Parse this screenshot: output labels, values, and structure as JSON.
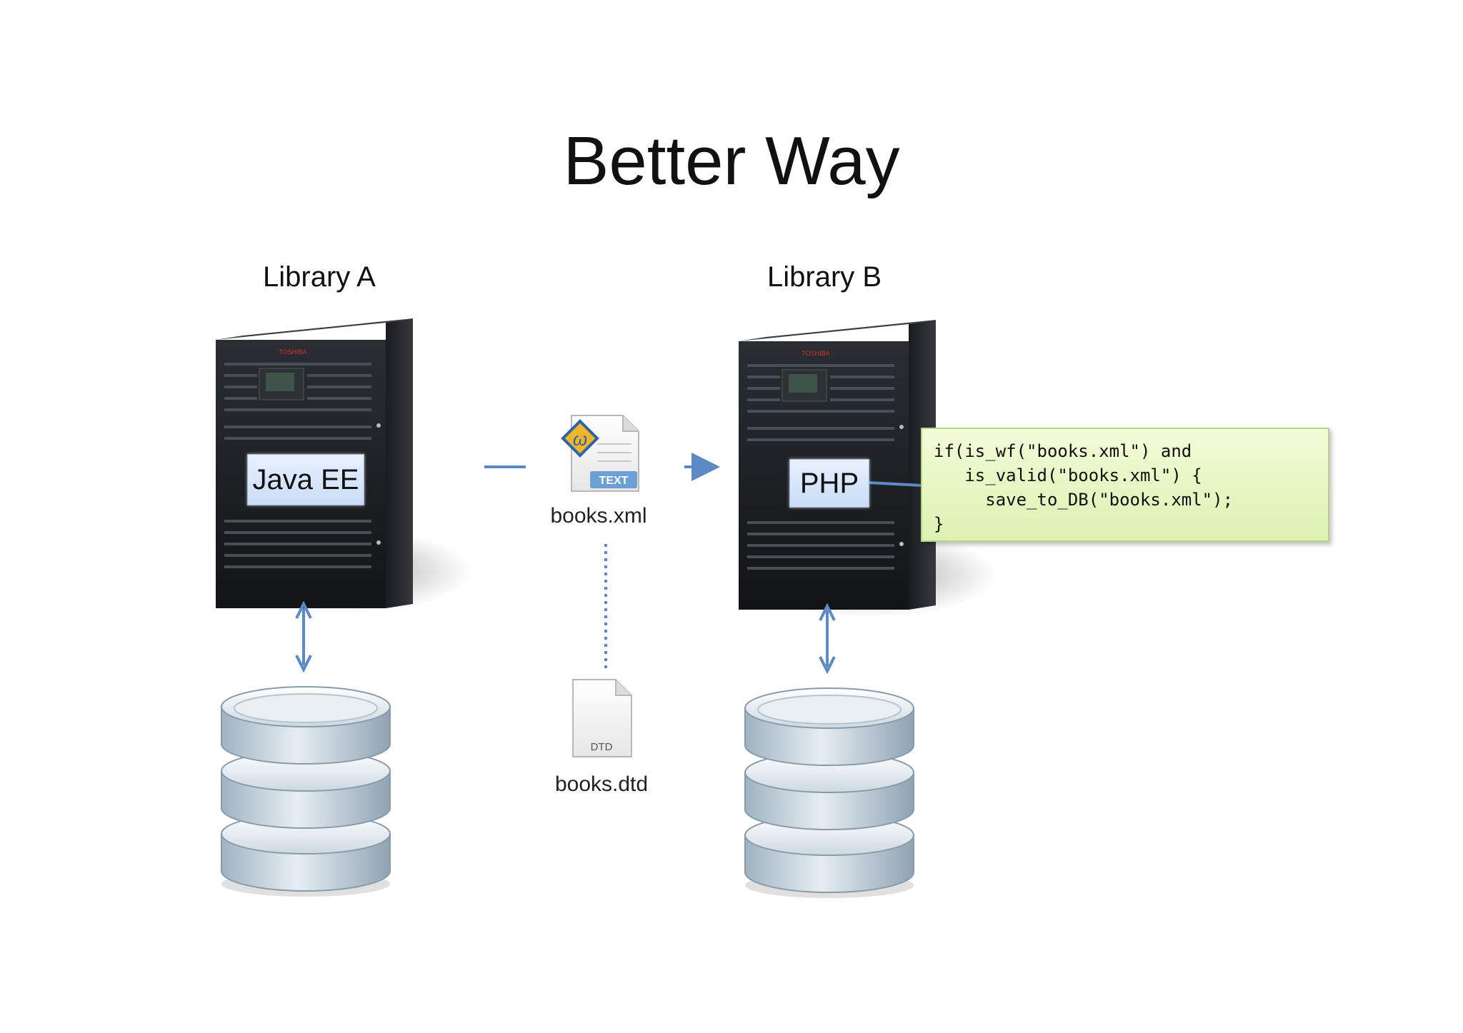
{
  "slide": {
    "title": "Better Way"
  },
  "library_a": {
    "label": "Library A",
    "app": "Java EE"
  },
  "library_b": {
    "label": "Library B",
    "app": "PHP"
  },
  "xml_file": {
    "caption": "books.xml",
    "badge": "TEXT"
  },
  "dtd_file": {
    "caption": "books.dtd",
    "badge": "DTD"
  },
  "server": {
    "brand": "TOSHIBA"
  },
  "code_callout": {
    "lines": [
      "if(is_wf(\"books.xml\") and",
      "   is_valid(\"books.xml\") {",
      "     save_to_DB(\"books.xml\");",
      "}"
    ]
  },
  "colors": {
    "arrow": "#5b8ac4",
    "server_body": "#1c1f22",
    "code_box": "#dcf2b2",
    "app_label": "#d6e5fb"
  }
}
